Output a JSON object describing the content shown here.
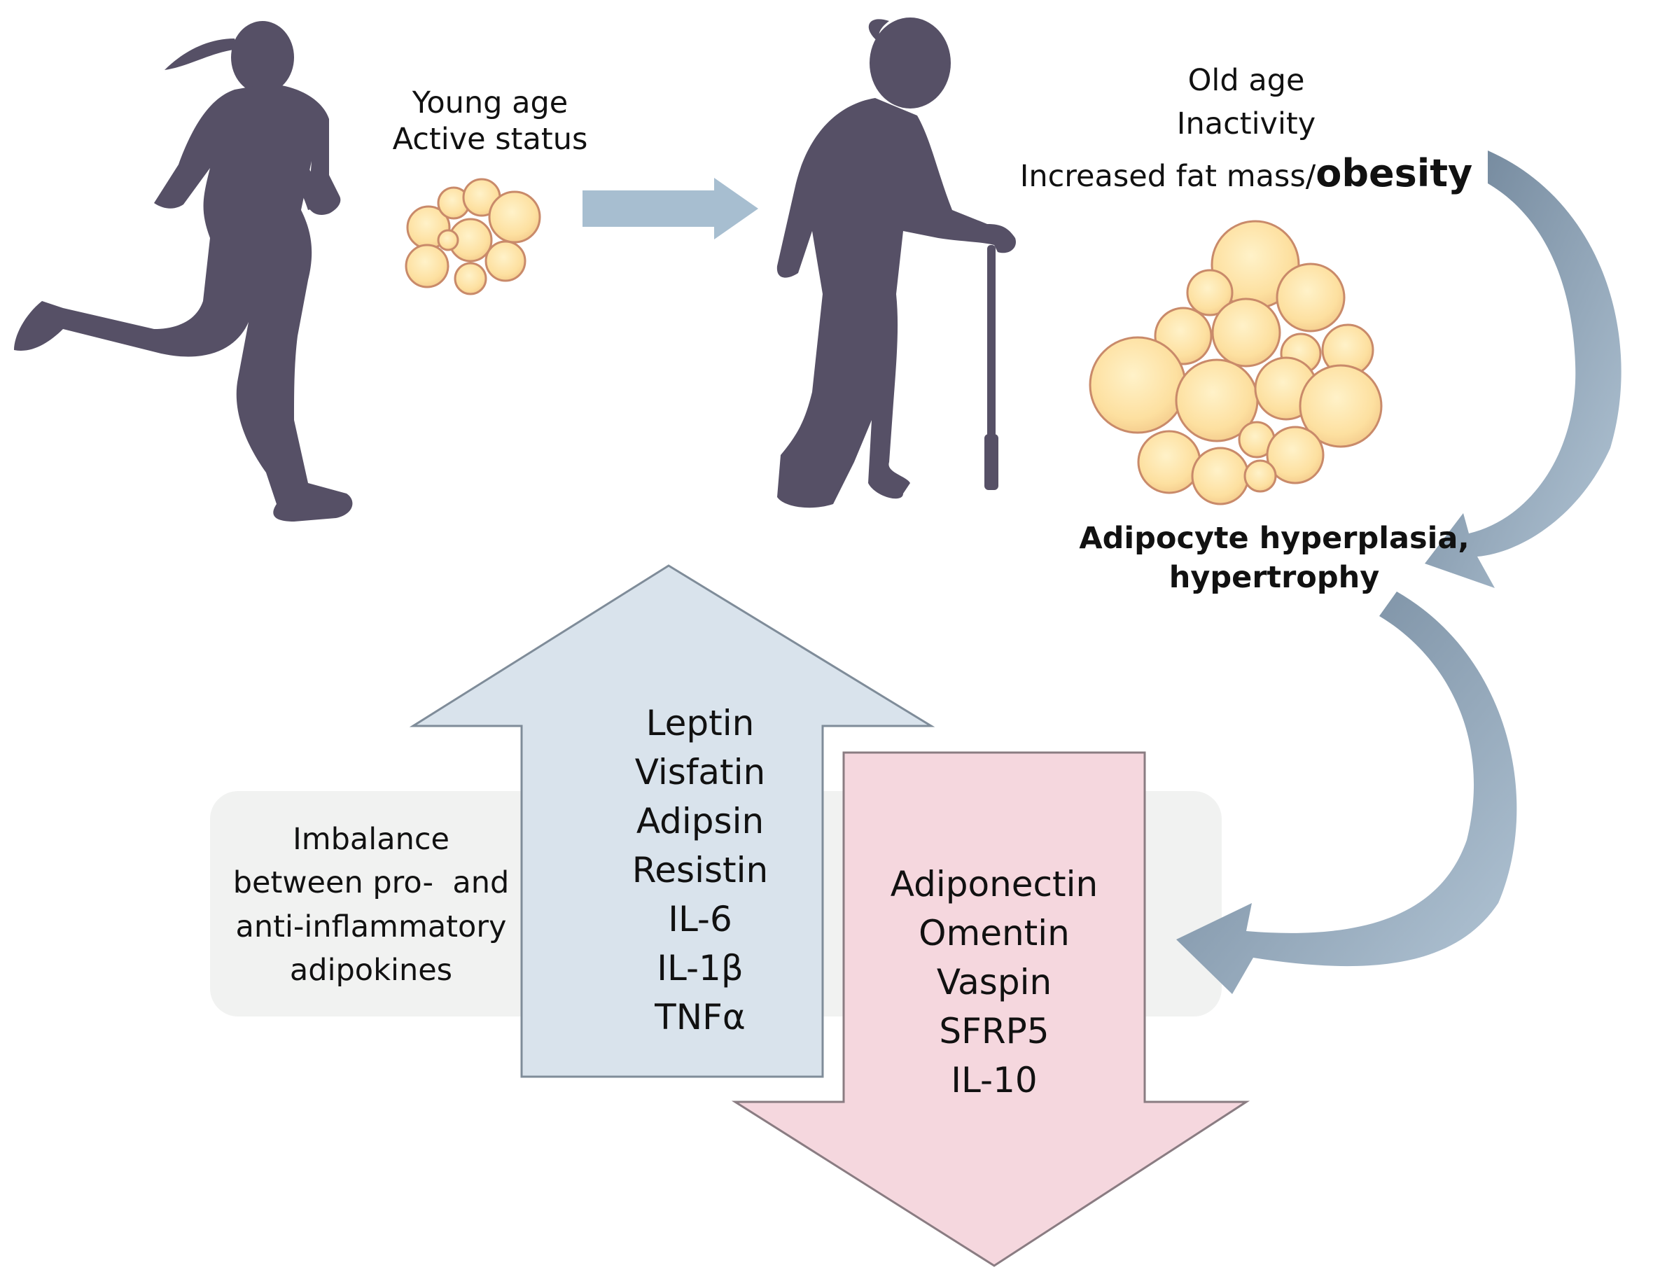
{
  "top": {
    "young_label": [
      "Young age",
      "Active status"
    ],
    "old_label_lines": [
      "Old age",
      "Inactivity"
    ],
    "old_label_last_prefix": "Increased fat mass/",
    "old_label_last_emphasis": "obesity",
    "adipocyte_label": [
      "Adipocyte hyperplasia,",
      "hypertrophy"
    ]
  },
  "bottom": {
    "imbalance_label": [
      "Imbalance",
      "between pro-  and",
      "anti-inflammatory",
      "adipokines"
    ],
    "pro_inflammatory": [
      "Leptin",
      "Visfatin",
      "Adipsin",
      "Resistin",
      "IL-6",
      "IL-1β",
      "TNFα"
    ],
    "anti_inflammatory": [
      "Adiponectin",
      "Omentin",
      "Vaspin",
      "SFRP5",
      "IL-10"
    ]
  },
  "colors": {
    "silhouette": "#565066",
    "arrow_blue": "#a7bed0",
    "curve_blue": "#7c92a6",
    "up_arrow_fill": "#d9e3ec",
    "down_arrow_fill": "#f5d7de",
    "panel": "#f1f2f1",
    "cell_fill": "#fde3a7",
    "cell_edge": "#c98a6a"
  },
  "icons": [
    "running-woman-icon",
    "elderly-person-with-cane-icon",
    "small-adipocyte-cluster-icon",
    "large-adipocyte-cluster-icon"
  ]
}
